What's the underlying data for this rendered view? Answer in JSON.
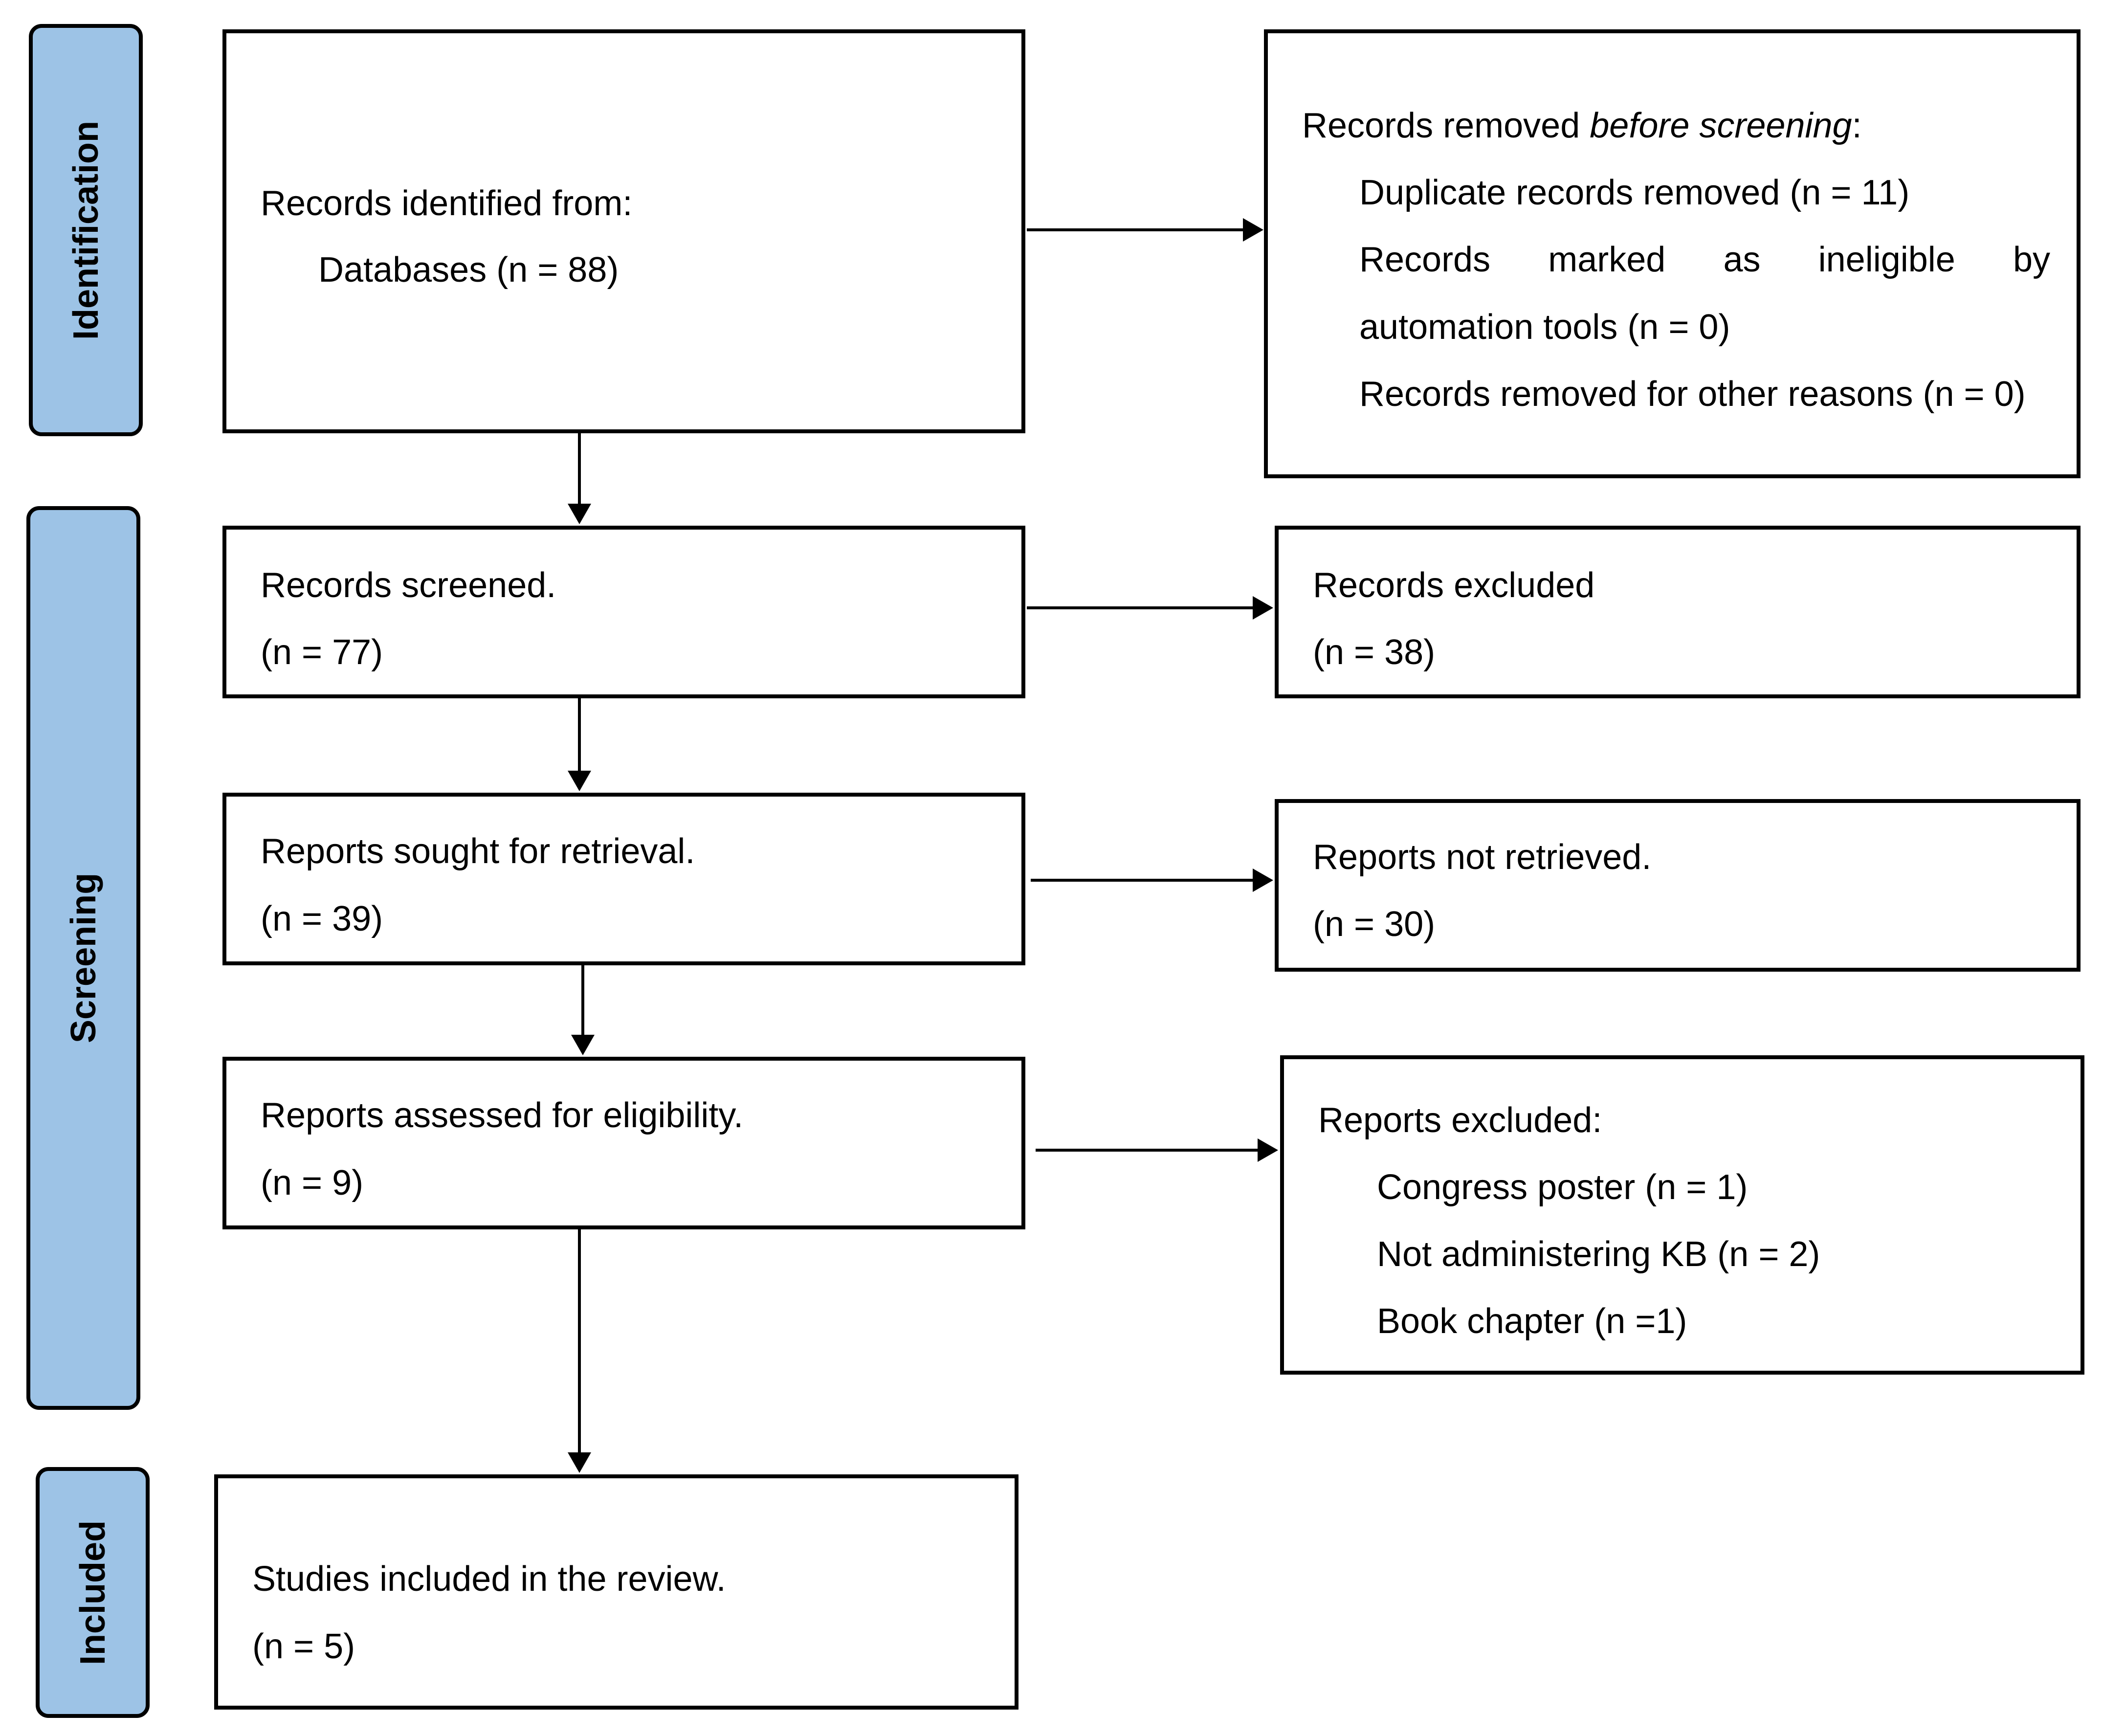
{
  "colors": {
    "phase_fill": "#9dc3e6",
    "stroke": "#000000"
  },
  "phases": {
    "identification": "Identification",
    "screening": "Screening",
    "included": "Included"
  },
  "identified": {
    "heading": "Records identified from:",
    "databases": "Databases (n = 88)"
  },
  "removed": {
    "heading_prefix": "Records removed ",
    "heading_emphasis": "before screening",
    "heading_suffix": ":",
    "duplicates": "Duplicate records removed (n = 11)",
    "ineligible_words": [
      "Records",
      "marked",
      "as",
      "ineligible",
      "by"
    ],
    "ineligible_cont": "automation tools (n = 0)",
    "other": "Records removed for other reasons (n = 0)"
  },
  "screened": {
    "label": "Records screened.",
    "count": "(n = 77)"
  },
  "excluded": {
    "label": "Records excluded",
    "count": "(n = 38)"
  },
  "sought": {
    "label": "Reports sought for retrieval.",
    "count": "(n = 39)"
  },
  "not_retrieved": {
    "label": "Reports not retrieved.",
    "count": "(n = 30)"
  },
  "assessed": {
    "label": "Reports assessed for eligibility.",
    "count": "(n = 9)"
  },
  "reports_excluded": {
    "heading": "Reports excluded:",
    "items": [
      "Congress poster (n = 1)",
      "Not administering KB (n = 2)",
      "Book chapter (n =1)"
    ]
  },
  "included": {
    "label": "Studies included in the review.",
    "count": "(n = 5)"
  }
}
